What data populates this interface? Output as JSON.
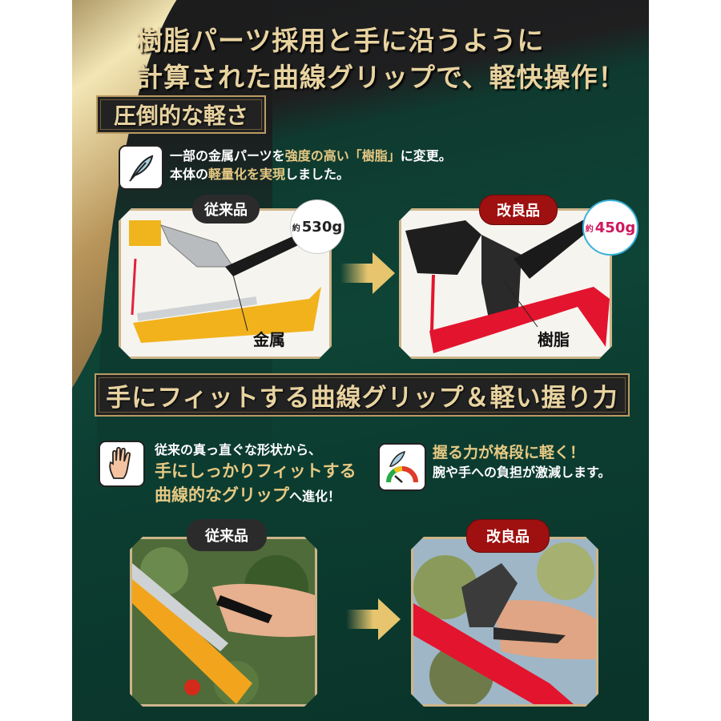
{
  "headline": {
    "line1": "樹脂パーツ採用と手に沿うように",
    "line2": "計算された曲線グリップで、軽快操作！"
  },
  "section1": {
    "title": "圧倒的な軽さ",
    "icon": "feather-icon",
    "desc_line1_a": "一部の金属パーツを",
    "desc_line1_hl": "強度の高い「樹脂」",
    "desc_line1_b": "に変更。",
    "desc_line2_a": "本体の",
    "desc_line2_hl": "軽量化を実現",
    "desc_line2_b": "しました。",
    "before": {
      "badge": "従来品",
      "weight_prefix": "約",
      "weight": "530g",
      "part_label": "金属"
    },
    "after": {
      "badge": "改良品",
      "weight_prefix": "約",
      "weight": "450g",
      "part_label": "樹脂"
    },
    "arrow": "arrow-right-icon"
  },
  "section2": {
    "title": "手にフィットする曲線グリップ＆軽い握り力",
    "left": {
      "icon": "hand-icon",
      "line1": "従来の真っ直ぐな形状から、",
      "line2_hl": "手にしっかりフィットする",
      "line3_hl": "曲線的なグリップ",
      "line3_b": "へ進化！"
    },
    "right": {
      "icon": "feather-gauge-icon",
      "line1_hl": "握る力が格段に軽く！",
      "line2": "腕や手への負担が激減します。"
    },
    "before": {
      "badge": "従来品"
    },
    "after": {
      "badge": "改良品"
    },
    "arrow": "arrow-right-icon"
  },
  "colors": {
    "gold_text": "#e8d3a0",
    "highlight": "#e7c983",
    "green_bg": "#0e4436",
    "dark_bg": "#1f1f20",
    "red_badge": "#9f1010",
    "weight_before": "#222222",
    "weight_after": "#d0185e"
  }
}
